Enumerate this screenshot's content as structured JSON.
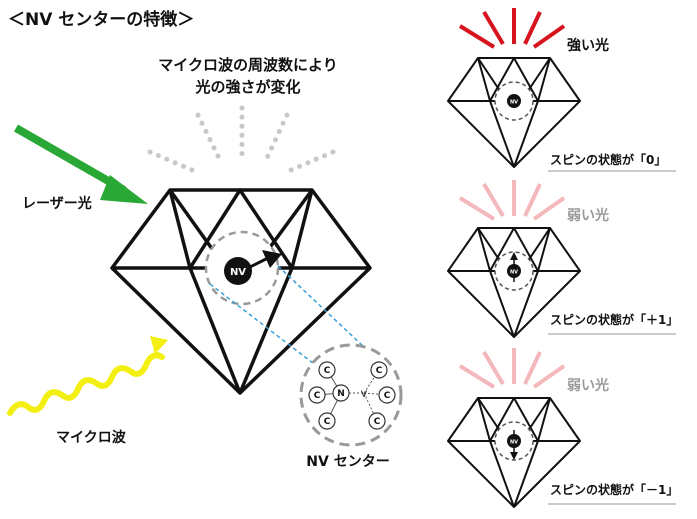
{
  "title": "＜NV センターの特徴＞",
  "main": {
    "microwave_caption_line1": "マイクロ波の周波数により",
    "microwave_caption_line2": "光の強さが変化",
    "laser_label": "レーザー光",
    "microwave_label": "マイクロ波",
    "nv_center_label": "NV センター",
    "nv_badge": "NV",
    "atoms": {
      "c": "C",
      "n": "N",
      "v": "V"
    }
  },
  "panels": [
    {
      "light_label": "強い光",
      "state_label": "スピンの状態が「0」",
      "badge": "NV",
      "intensity": "strong"
    },
    {
      "light_label": "弱い光",
      "state_label": "スピンの状態が「＋1」",
      "badge": "NV",
      "intensity": "weak"
    },
    {
      "light_label": "弱い光",
      "state_label": "スピンの状態が「－1」",
      "badge": "NV",
      "intensity": "weak"
    }
  ],
  "colors": {
    "laser": "#2aa836",
    "microwave": "#f4ef12",
    "strong_light": "#d7141e",
    "weak_light": "#f4b7bb",
    "emission_dots": "#c8c8c8",
    "dashed_link": "#3aa0d8",
    "weak_label": "#9a9a9a",
    "outline": "#111111"
  }
}
